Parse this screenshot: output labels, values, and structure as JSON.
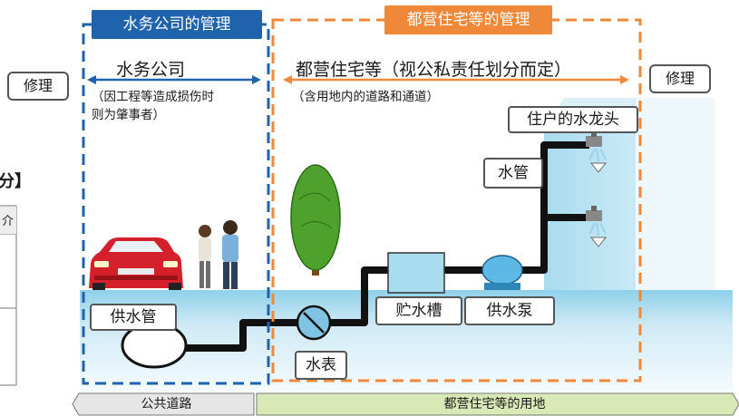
{
  "headers": {
    "water_company_mgmt": "水务公司的管理",
    "housing_mgmt": "都营住宅等的管理"
  },
  "repair_left": "修理",
  "repair_right": "修理",
  "water_company": {
    "title": "水务公司",
    "note_line1": "（因工程等造成损伤时",
    "note_line2": "则为肇事者）"
  },
  "housing": {
    "title": "都营住宅等（视公私责任划分而定）",
    "note": "（含用地内的道路和通道）"
  },
  "labels": {
    "tap": "住户的水龙头",
    "water_pipe": "水管",
    "supply_pipe": "供水管",
    "meter": "水表",
    "tank": "贮水槽",
    "pump": "供水泵"
  },
  "footer": {
    "public_road": "公共道路",
    "housing_land": "都营住宅等的用地"
  },
  "left_fragments": {
    "heading": "分】",
    "table_cell": "介"
  },
  "colors": {
    "blue_accent": "#1f63ad",
    "orange_accent": "#f0883a",
    "ground": "#bfe3f1",
    "footer_green": "#d9e9b5",
    "footer_gray": "#e6e6e6"
  }
}
